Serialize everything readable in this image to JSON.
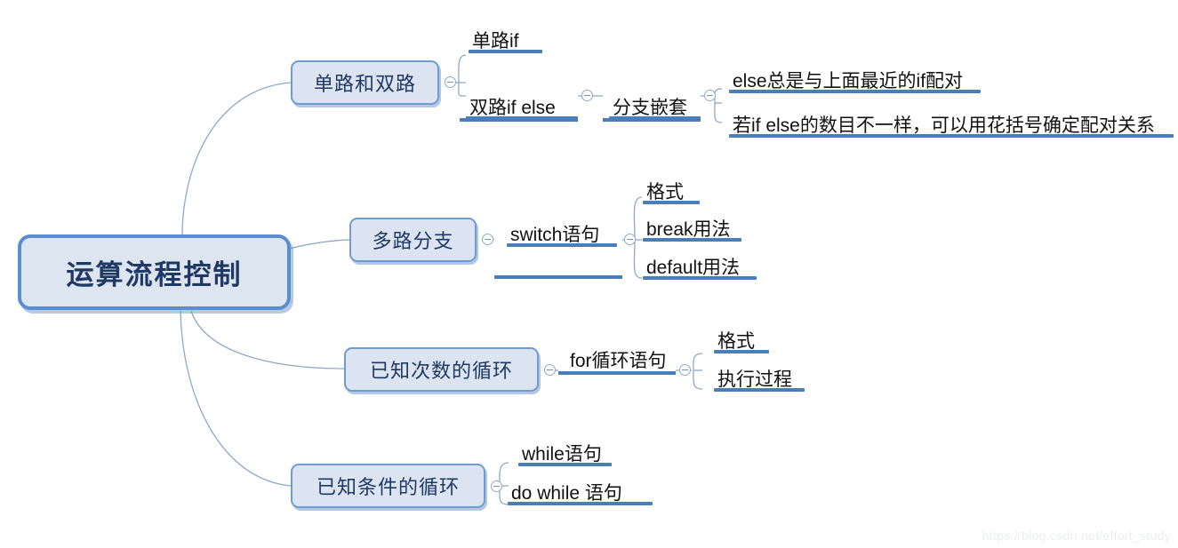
{
  "meta": {
    "title": "运算流程控制",
    "watermark": "https://blog.csdn.net/effort_study",
    "colors": {
      "node_fill": "#dbe4f0",
      "node_border": "#6f9bd1",
      "node_text": "#1f3864",
      "underline": "#4a7ebb",
      "wire": "#8fa9c6",
      "leaf_text": "#111111",
      "background": "#ffffff",
      "watermark_text": "#eceef0"
    }
  },
  "root": {
    "label": "运算流程控制"
  },
  "branches": [
    {
      "label": "单路和双路",
      "children": [
        {
          "label": "单路if",
          "children": []
        },
        {
          "label": "双路if else",
          "children": [
            {
              "label": "分支嵌套",
              "children": [
                {
                  "label": "else总是与上面最近的if配对"
                },
                {
                  "label": "若if else的数目不一样，可以用花括号确定配对关系"
                }
              ]
            }
          ]
        }
      ]
    },
    {
      "label": "多路分支",
      "children": [
        {
          "label": "switch语句",
          "children": [
            {
              "label": "格式"
            },
            {
              "label": "break用法"
            },
            {
              "label": "default用法"
            }
          ]
        }
      ]
    },
    {
      "label": "已知次数的循环",
      "children": [
        {
          "label": "for循环语句",
          "children": [
            {
              "label": "格式"
            },
            {
              "label": "执行过程"
            }
          ]
        }
      ]
    },
    {
      "label": "已知条件的循环",
      "children": [
        {
          "label": "while语句",
          "children": []
        },
        {
          "label": "do while 语句",
          "children": []
        }
      ]
    }
  ],
  "toggles": [
    {
      "name": "toggle-danlu-shuanglu"
    },
    {
      "name": "toggle-shuanglu-if-else"
    },
    {
      "name": "toggle-fenzhi-qiantao"
    },
    {
      "name": "toggle-duolu-fenzhi"
    },
    {
      "name": "toggle-switch-yuju"
    },
    {
      "name": "toggle-yizhi-cishu-xunhuan"
    },
    {
      "name": "toggle-for-xunhuan-yuju"
    },
    {
      "name": "toggle-yizhi-tiaojian-xunhuan"
    }
  ]
}
